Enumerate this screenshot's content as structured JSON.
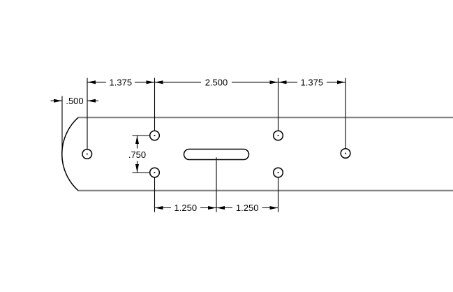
{
  "drawing": {
    "colors": {
      "background": "#ffffff",
      "part_edge": "#808080",
      "geometry": "#000000"
    },
    "dimensions": {
      "top_left": "1.375",
      "top_center": "2.500",
      "top_right": "1.375",
      "left_edge_offset": ".500",
      "hole_row_spacing": ".750",
      "bottom_left": "1.250",
      "bottom_right": "1.250"
    }
  }
}
